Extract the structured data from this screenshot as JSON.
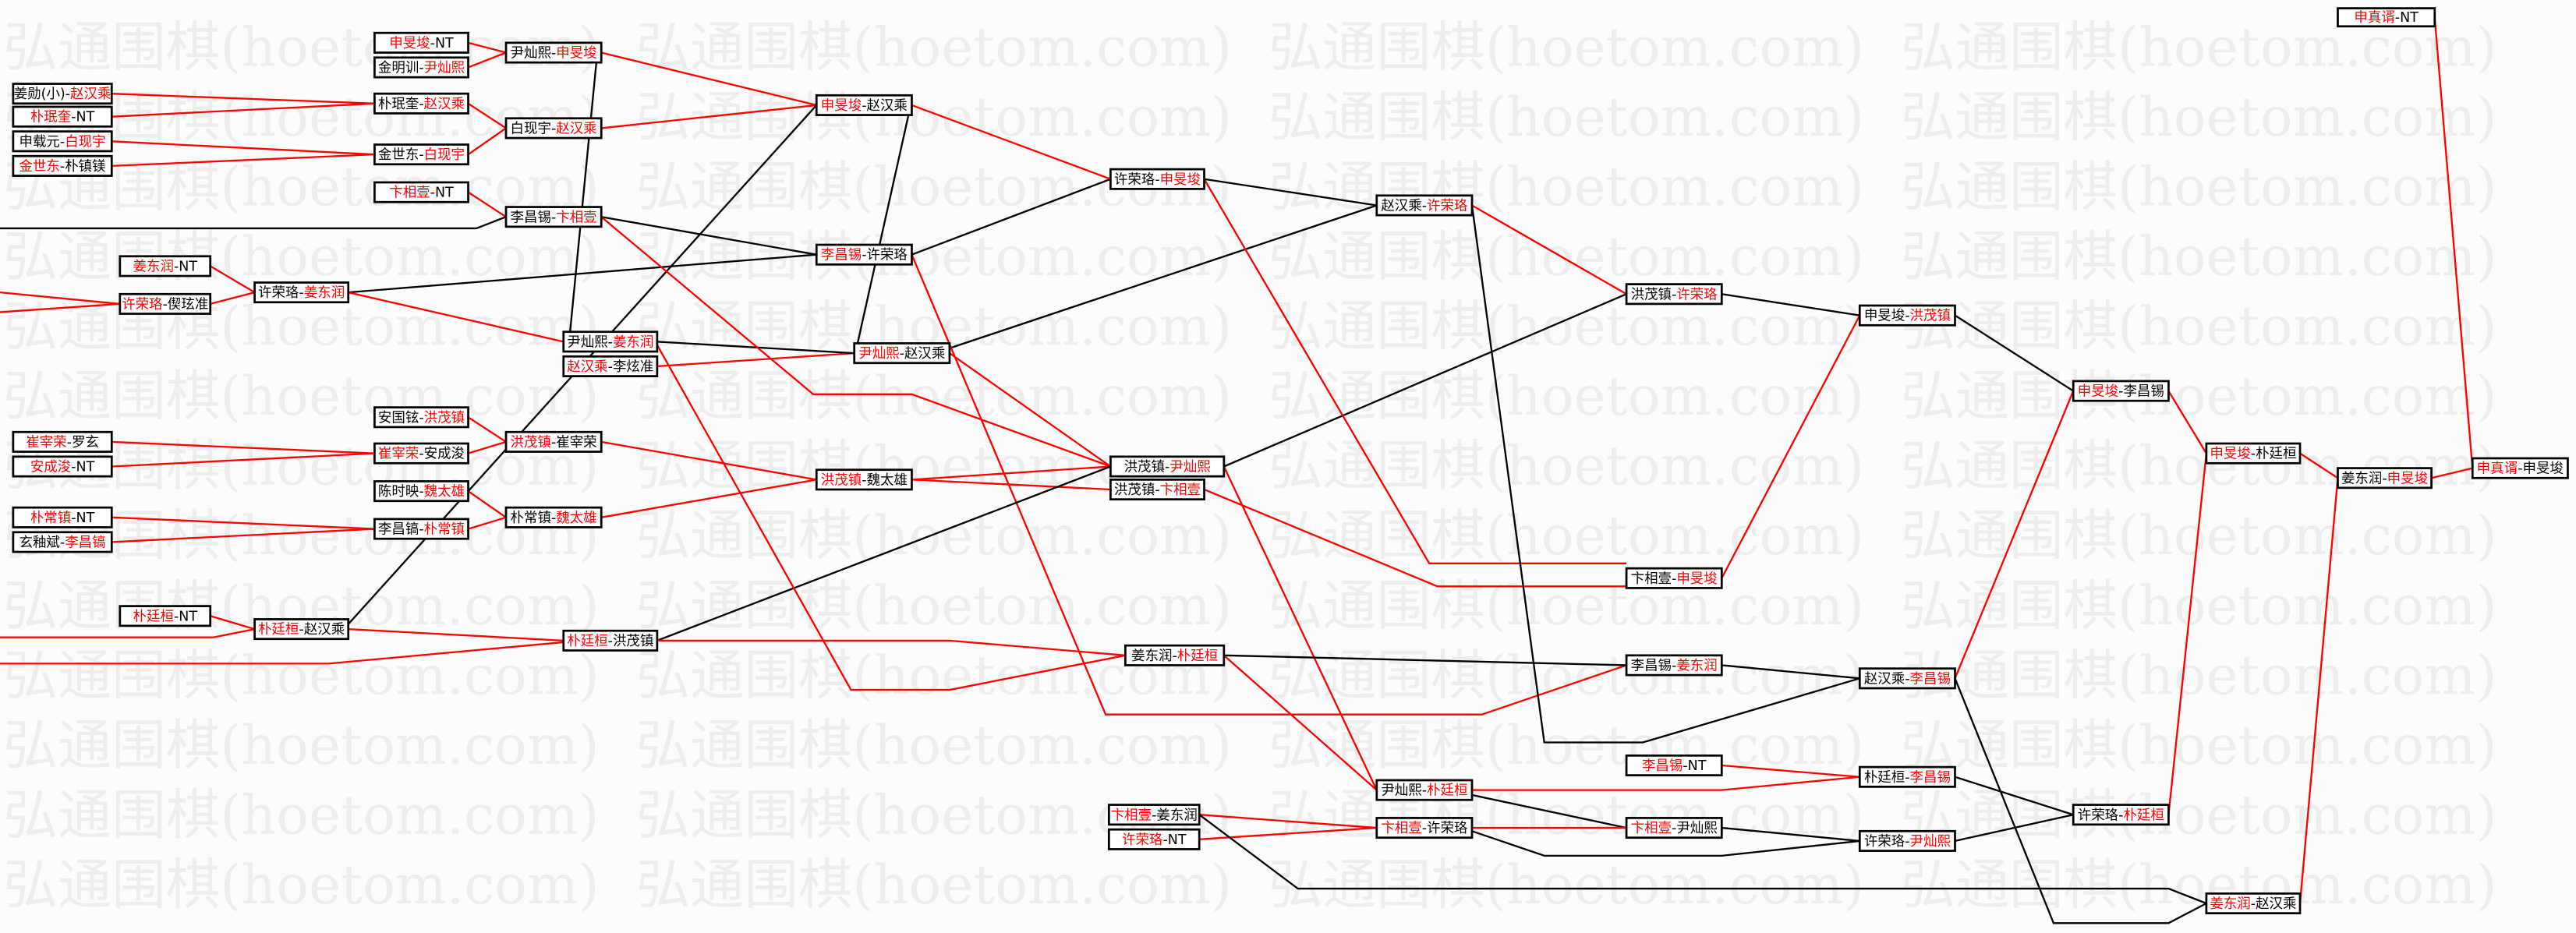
{
  "watermark": "弘通围棋(hoetom.com)",
  "separator": "-",
  "colors": {
    "winner": "#ff0000",
    "loser": "#000000",
    "background": "#fcfcfc",
    "watermark": "#ededed"
  },
  "matches": [
    {
      "p1": "申旻埈",
      "p2": "NT",
      "winner": 1
    },
    {
      "p1": "金明训",
      "p2": "尹灿熙",
      "winner": 2
    },
    {
      "p1": "姜勋(小)",
      "p2": "赵汉乘",
      "winner": 2
    },
    {
      "p1": "朴珉奎",
      "p2": "NT",
      "winner": 1
    },
    {
      "p1": "申载元",
      "p2": "白现宇",
      "winner": 2
    },
    {
      "p1": "金世东",
      "p2": "朴镇镁",
      "winner": 1
    },
    {
      "p1": "朴珉奎",
      "p2": "赵汉乘",
      "winner": 2
    },
    {
      "p1": "金世东",
      "p2": "白现宇",
      "winner": 2
    },
    {
      "p1": "卞相壹",
      "p2": "NT",
      "winner": 1
    },
    {
      "p1": "尹灿熙",
      "p2": "申旻埈",
      "winner": 2
    },
    {
      "p1": "白现宇",
      "p2": "赵汉乘",
      "winner": 2
    },
    {
      "p1": "李昌锡",
      "p2": "卞相壹",
      "winner": 2
    },
    {
      "p1": "姜东润",
      "p2": "NT",
      "winner": 1
    },
    {
      "p1": "许荣珞",
      "p2": "偰玹准",
      "winner": 1
    },
    {
      "p1": "许荣珞",
      "p2": "姜东润",
      "winner": 2
    },
    {
      "p1": "尹灿熙",
      "p2": "姜东润",
      "winner": 2
    },
    {
      "p1": "赵汉乘",
      "p2": "李炫准",
      "winner": 1
    },
    {
      "p1": "安国铉",
      "p2": "洪茂镇",
      "winner": 2
    },
    {
      "p1": "崔宰荣",
      "p2": "罗玄",
      "winner": 1
    },
    {
      "p1": "安成浚",
      "p2": "NT",
      "winner": 1
    },
    {
      "p1": "崔宰荣",
      "p2": "安成浚",
      "winner": 1
    },
    {
      "p1": "洪茂镇",
      "p2": "崔宰荣",
      "winner": 1
    },
    {
      "p1": "陈时映",
      "p2": "魏太雄",
      "winner": 2
    },
    {
      "p1": "朴常镇",
      "p2": "NT",
      "winner": 1
    },
    {
      "p1": "玄釉斌",
      "p2": "李昌镐",
      "winner": 2
    },
    {
      "p1": "李昌镐",
      "p2": "朴常镇",
      "winner": 2
    },
    {
      "p1": "朴常镇",
      "p2": "魏太雄",
      "winner": 2
    },
    {
      "p1": "朴廷桓",
      "p2": "NT",
      "winner": 1
    },
    {
      "p1": "朴廷桓",
      "p2": "赵汉乘",
      "winner": 1
    },
    {
      "p1": "朴廷桓",
      "p2": "洪茂镇",
      "winner": 1
    },
    {
      "p1": "申旻埈",
      "p2": "赵汉乘",
      "winner": 1
    },
    {
      "p1": "李昌锡",
      "p2": "许荣珞",
      "winner": 1
    },
    {
      "p1": "尹灿熙",
      "p2": "赵汉乘",
      "winner": 1
    },
    {
      "p1": "洪茂镇",
      "p2": "魏太雄",
      "winner": 1
    },
    {
      "p1": "许荣珞",
      "p2": "申旻埈",
      "winner": 2
    },
    {
      "p1": "洪茂镇",
      "p2": "尹灿熙",
      "winner": 2
    },
    {
      "p1": "洪茂镇",
      "p2": "卞相壹",
      "winner": 2
    },
    {
      "p1": "姜东润",
      "p2": "朴廷桓",
      "winner": 2
    },
    {
      "p1": "卞相壹",
      "p2": "姜东润",
      "winner": 1
    },
    {
      "p1": "许荣珞",
      "p2": "NT",
      "winner": 1
    },
    {
      "p1": "赵汉乘",
      "p2": "许荣珞",
      "winner": 2
    },
    {
      "p1": "尹灿熙",
      "p2": "朴廷桓",
      "winner": 2
    },
    {
      "p1": "卞相壹",
      "p2": "许荣珞",
      "winner": 1
    },
    {
      "p1": "洪茂镇",
      "p2": "许荣珞",
      "winner": 2
    },
    {
      "p1": "卞相壹",
      "p2": "申旻埈",
      "winner": 2
    },
    {
      "p1": "李昌锡",
      "p2": "姜东润",
      "winner": 2
    },
    {
      "p1": "李昌锡",
      "p2": "NT",
      "winner": 1
    },
    {
      "p1": "卞相壹",
      "p2": "尹灿熙",
      "winner": 1
    },
    {
      "p1": "申旻埈",
      "p2": "洪茂镇",
      "winner": 2
    },
    {
      "p1": "赵汉乘",
      "p2": "李昌锡",
      "winner": 2
    },
    {
      "p1": "朴廷桓",
      "p2": "李昌锡",
      "winner": 2
    },
    {
      "p1": "许荣珞",
      "p2": "尹灿熙",
      "winner": 2
    },
    {
      "p1": "申旻埈",
      "p2": "李昌锡",
      "winner": 1
    },
    {
      "p1": "许荣珞",
      "p2": "朴廷桓",
      "winner": 2
    },
    {
      "p1": "申旻埈",
      "p2": "朴廷桓",
      "winner": 1
    },
    {
      "p1": "姜东润",
      "p2": "赵汉乘",
      "winner": 1
    },
    {
      "p1": "姜东润",
      "p2": "申旻埈",
      "winner": 2
    },
    {
      "p1": "申真谞",
      "p2": "NT",
      "winner": 1
    },
    {
      "p1": "申真谞",
      "p2": "申旻埈",
      "winner": 1
    }
  ]
}
